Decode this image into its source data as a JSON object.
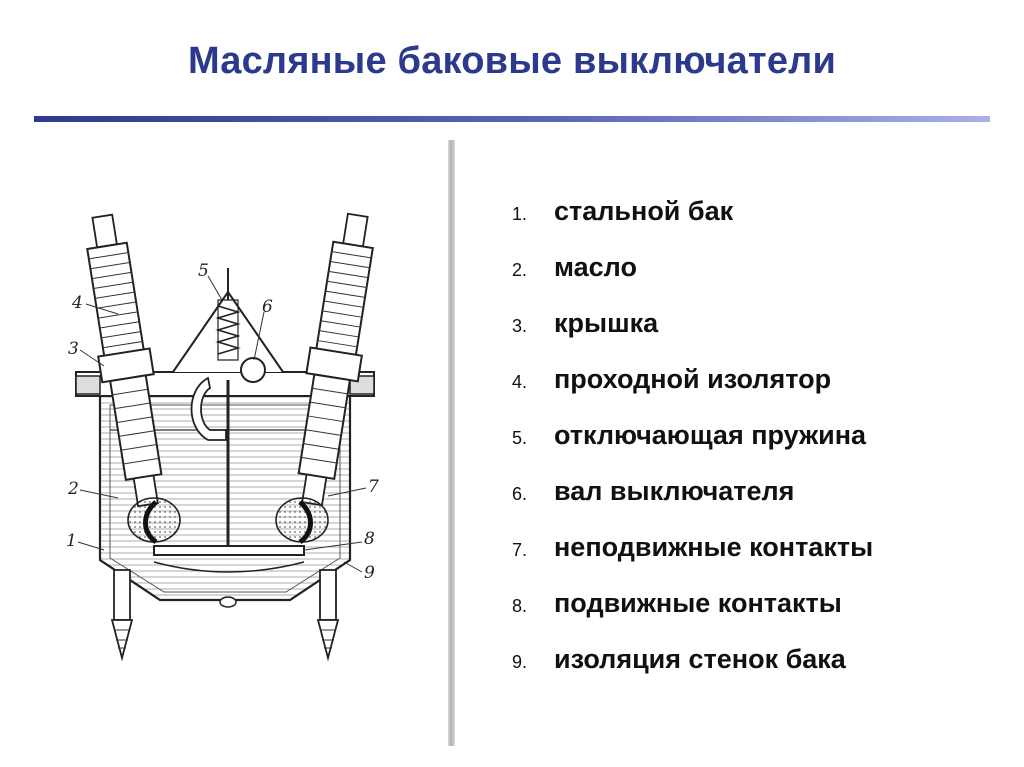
{
  "slide": {
    "title": "Масляные баковые выключатели"
  },
  "legend": {
    "items": [
      {
        "num": "1.",
        "text": "стальной бак"
      },
      {
        "num": "2.",
        "text": "масло"
      },
      {
        "num": "3.",
        "text": "крышка"
      },
      {
        "num": "4.",
        "text": "проходной изолятор"
      },
      {
        "num": "5.",
        "text": "отключающая пружина"
      },
      {
        "num": "6.",
        "text": "вал выключателя"
      },
      {
        "num": "7.",
        "text": "неподвижные контакты"
      },
      {
        "num": "8.",
        "text": "подвижные контакты"
      },
      {
        "num": "9.",
        "text": "изоляция стенок бака"
      }
    ]
  },
  "diagram": {
    "labels": [
      "1",
      "2",
      "3",
      "4",
      "5",
      "6",
      "7",
      "8",
      "9"
    ]
  },
  "colors": {
    "title": "#2b3a8c",
    "rule_start": "#2e3a8f",
    "rule_end": "#a9b1e6"
  }
}
